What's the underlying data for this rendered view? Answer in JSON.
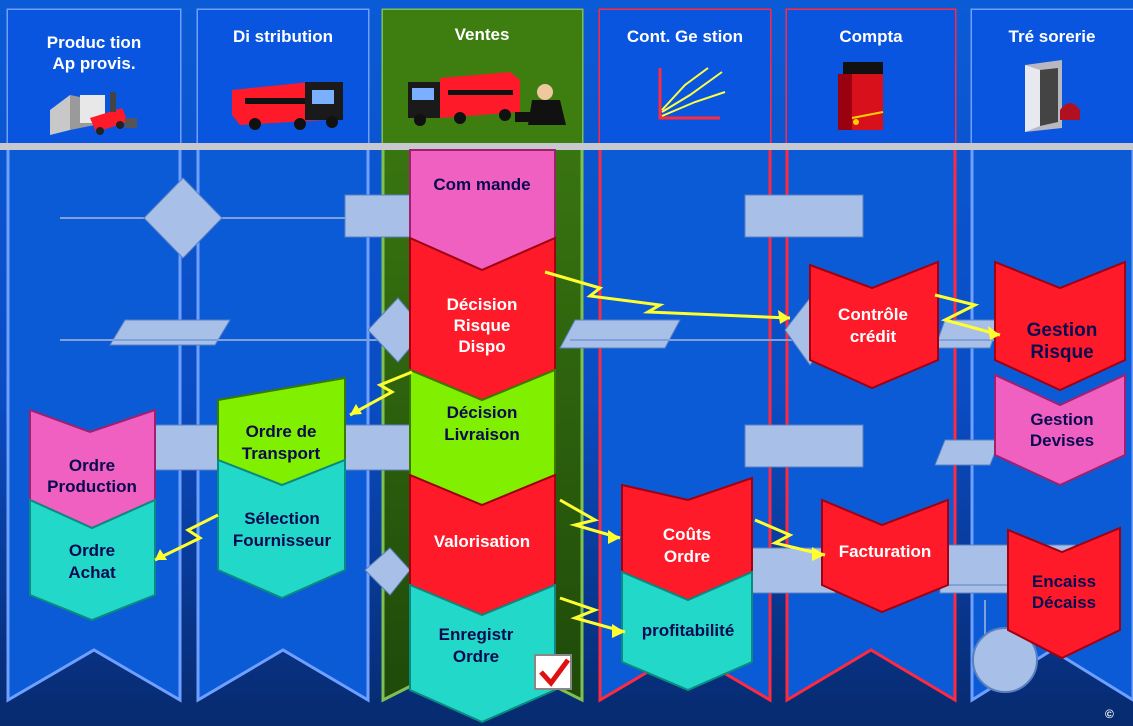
{
  "colors": {
    "lane_blue": "#0b5bd6",
    "lane_green": "#3e7d10",
    "header_blue": "#0a55e0",
    "pink": "#f060c0",
    "red": "#ff1a2a",
    "green": "#80f000",
    "cyan": "#22d8c8",
    "flow_yellow": "#ffff30",
    "connector": "#a8c0e8"
  },
  "lanes": [
    {
      "id": "production",
      "title": [
        "Produc tion",
        "Ap provis."
      ],
      "icon": "factory-icon"
    },
    {
      "id": "distribution",
      "title": [
        "Di stribution"
      ],
      "icon": "truck-icon"
    },
    {
      "id": "ventes",
      "title": [
        "Ventes"
      ],
      "icon": "truck-salesman-icon"
    },
    {
      "id": "gestion",
      "title": [
        "Cont. Ge stion"
      ],
      "icon": "line-chart-icon"
    },
    {
      "id": "compta",
      "title": [
        "Compta"
      ],
      "icon": "ledger-icon"
    },
    {
      "id": "tresorerie",
      "title": [
        "Tré sorerie"
      ],
      "icon": "safe-icon"
    }
  ],
  "steps": {
    "commande": [
      "Com mande"
    ],
    "decision_risque": [
      "Décision",
      "Risque",
      "Dispo"
    ],
    "decision_livraison": [
      "Décision",
      "Livraison"
    ],
    "valorisation": [
      "Valorisation"
    ],
    "enregistrer": [
      "Enregistr",
      "Ordre"
    ],
    "ordre_transport": [
      "Ordre de",
      "Transport"
    ],
    "selection_fournisseur": [
      "Sélection",
      "Fournisseur"
    ],
    "ordre_production": [
      "Ordre",
      "Production"
    ],
    "ordre_achat": [
      "Ordre",
      "Achat"
    ],
    "couts_ordre": [
      "Coûts",
      "Ordre"
    ],
    "profitabilite": [
      "profitabilité"
    ],
    "controle_credit": [
      "Contrôle",
      "crédit"
    ],
    "facturation": [
      "Facturation"
    ],
    "gestion_risque": [
      "Gestion",
      "Risque"
    ],
    "gestion_devises": [
      "Gestion",
      "Devises"
    ],
    "encaiss_decaiss": [
      "Encaiss",
      "Décaiss"
    ]
  },
  "corner_mark": "©"
}
